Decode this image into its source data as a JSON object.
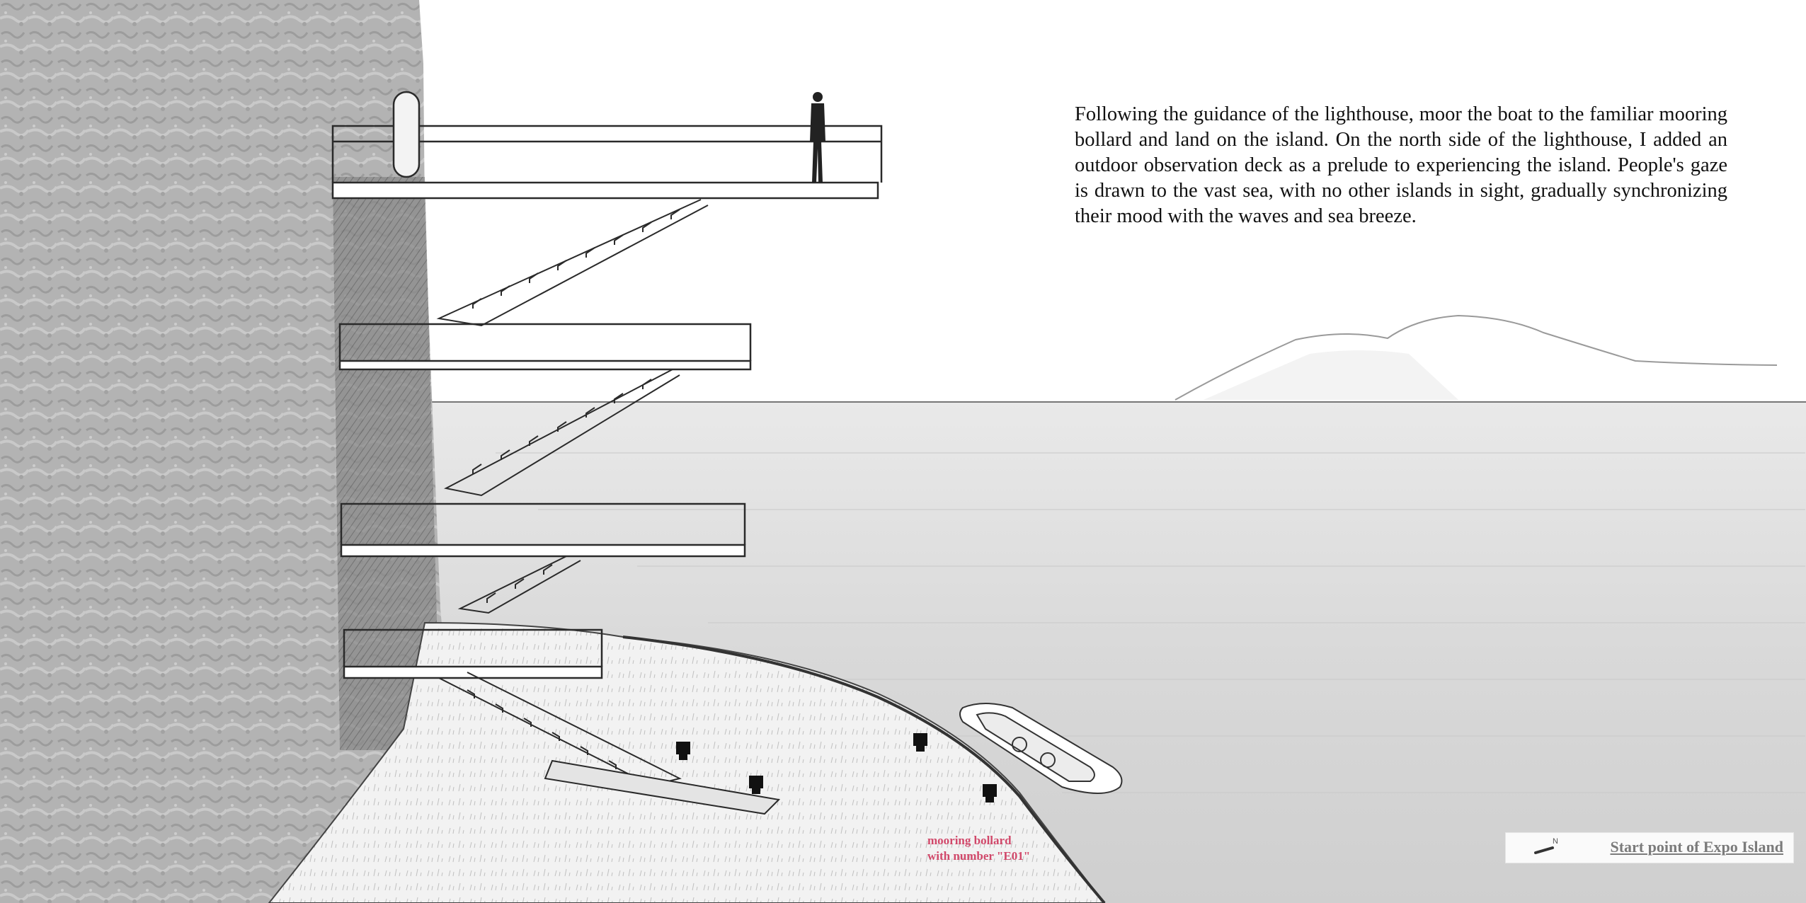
{
  "description_text": "Following the guidance of the lighthouse, moor the boat to the familiar mooring bollard and land on the island. On the north side of the lighthouse, I added an outdoor observation deck as a prelude to experiencing the island. People's gaze is drawn to the vast sea, with no other islands in sight, gradually synchronizing their mood with the waves and sea breeze.",
  "bollard_label": {
    "line1": "mooring bollard",
    "line2": "with number \"E01\""
  },
  "location": {
    "north_symbol": "N",
    "label": "Start point of Expo Island",
    "north_icon": "north-arrow-icon"
  },
  "colors": {
    "annotation": "#d1486a",
    "sea": "#d6d6d6",
    "rock": "#b0b0b0",
    "location_label": "#7b7b7b"
  }
}
